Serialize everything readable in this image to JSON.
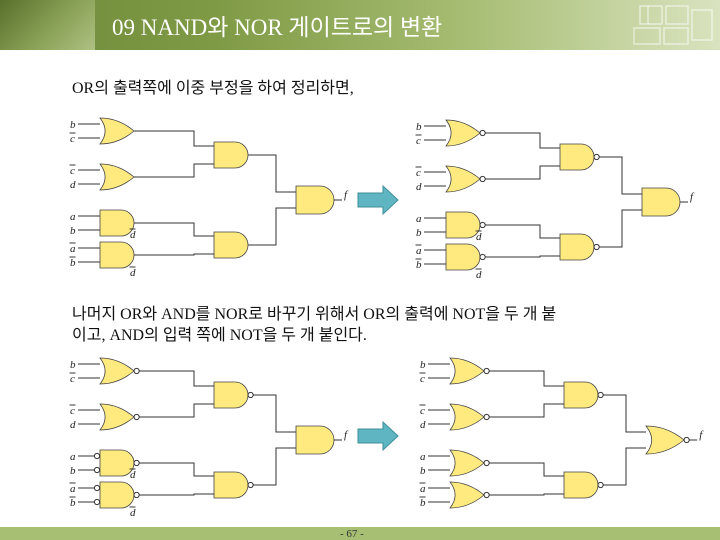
{
  "title": "09 NAND와 NOR 게이트로의 변환",
  "text1": "OR의 출력쪽에 이중 부정을 하여 정리하면,",
  "text2": "나머지 OR와 AND를 NOR로 바꾸기 위해서 OR의 출력에 NOT을 두 개 붙",
  "text3": "이고, AND의 입력 쪽에 NOT을 두 개 붙인다.",
  "page_number": "- 67 -",
  "arrow_color": "#5fb6c2",
  "gate_color": "#ffea7f",
  "variables": {
    "b": "b",
    "c": "c",
    "d": "d",
    "a": "a",
    "f": "f"
  }
}
